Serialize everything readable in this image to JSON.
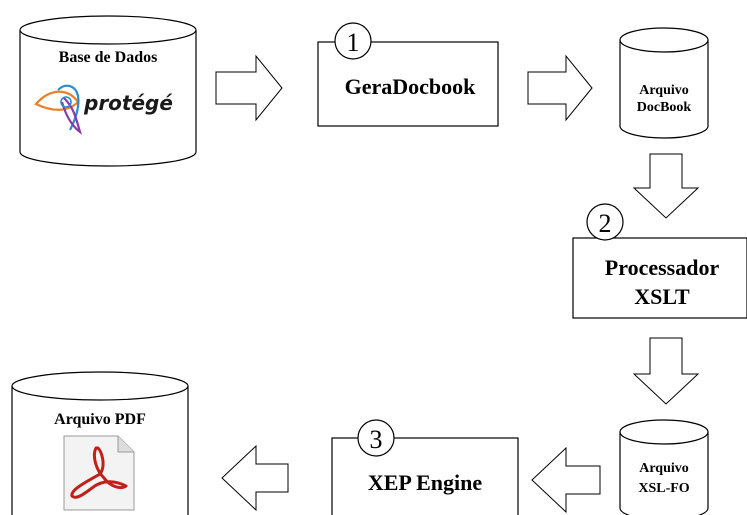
{
  "nodes": {
    "base_de_dados": {
      "label": "Base de Dados",
      "logo_text": "protégé"
    },
    "geradocbook": {
      "step": "1",
      "label": "GeraDocbook"
    },
    "arquivo_docbook": {
      "line1": "Arquivo",
      "line2": "DocBook"
    },
    "processador_xslt": {
      "step": "2",
      "line1": "Processador",
      "line2": "XSLT"
    },
    "arquivo_xslfo": {
      "line1": "Arquivo",
      "line2": "XSL-FO"
    },
    "xep_engine": {
      "step": "3",
      "label": "XEP Engine"
    },
    "arquivo_pdf": {
      "label": "Arquivo  PDF",
      "icon": "pdf-document-icon"
    }
  },
  "colors": {
    "pdf_red": "#c0201a",
    "protege_orange": "#e8822a",
    "protege_blue": "#2a8bd0",
    "protege_purple": "#8a3aa8"
  }
}
